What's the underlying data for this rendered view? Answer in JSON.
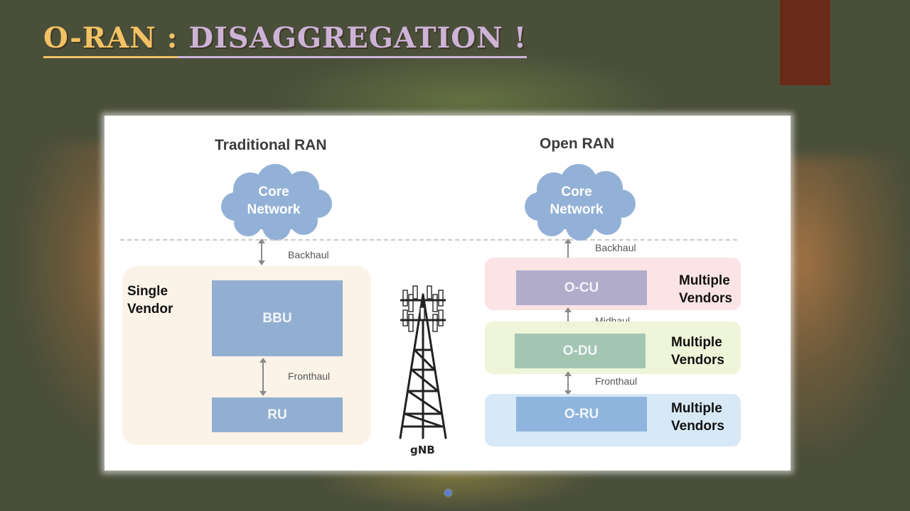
{
  "slide": {
    "title_part1": "O-RAN :",
    "title_part2": "DISAGGREGATION !",
    "colors": {
      "background": "#4a4f3a",
      "title_part1": "#f2c265",
      "title_part2": "#cdb3d8",
      "accent_bar": "#6a2a18"
    }
  },
  "diagram": {
    "traditional": {
      "heading": "Traditional RAN",
      "core": [
        "Core",
        "Network"
      ],
      "backhaul": "Backhaul",
      "region_label": [
        "Single",
        "Vendor"
      ],
      "bbu": "BBU",
      "fronthaul": "Fronthaul",
      "ru": "RU"
    },
    "gnb": {
      "icon": "cell-tower-icon",
      "label": "gNB"
    },
    "open": {
      "heading": "Open RAN",
      "core": [
        "Core",
        "Network"
      ],
      "backhaul": "Backhaul",
      "midhaul": "Midhaul",
      "fronthaul": "Fronthaul",
      "layers": [
        {
          "block": "O-CU",
          "vendor": [
            "Multiple",
            "Vendors"
          ],
          "region_color": "#fbe3e6",
          "block_color": "#b0acca"
        },
        {
          "block": "O-DU",
          "vendor": [
            "Multiple",
            "Vendors"
          ],
          "region_color": "#eef5d8",
          "block_color": "#a3c6b2"
        },
        {
          "block": "O-RU",
          "vendor": [
            "Multiple",
            "Vendors"
          ],
          "region_color": "#d7e8f6",
          "block_color": "#8fb5de"
        }
      ]
    },
    "colors": {
      "cloud": "#93b1d7",
      "block": "#92afd1",
      "single_vendor_region": "#fbf3e8"
    }
  }
}
